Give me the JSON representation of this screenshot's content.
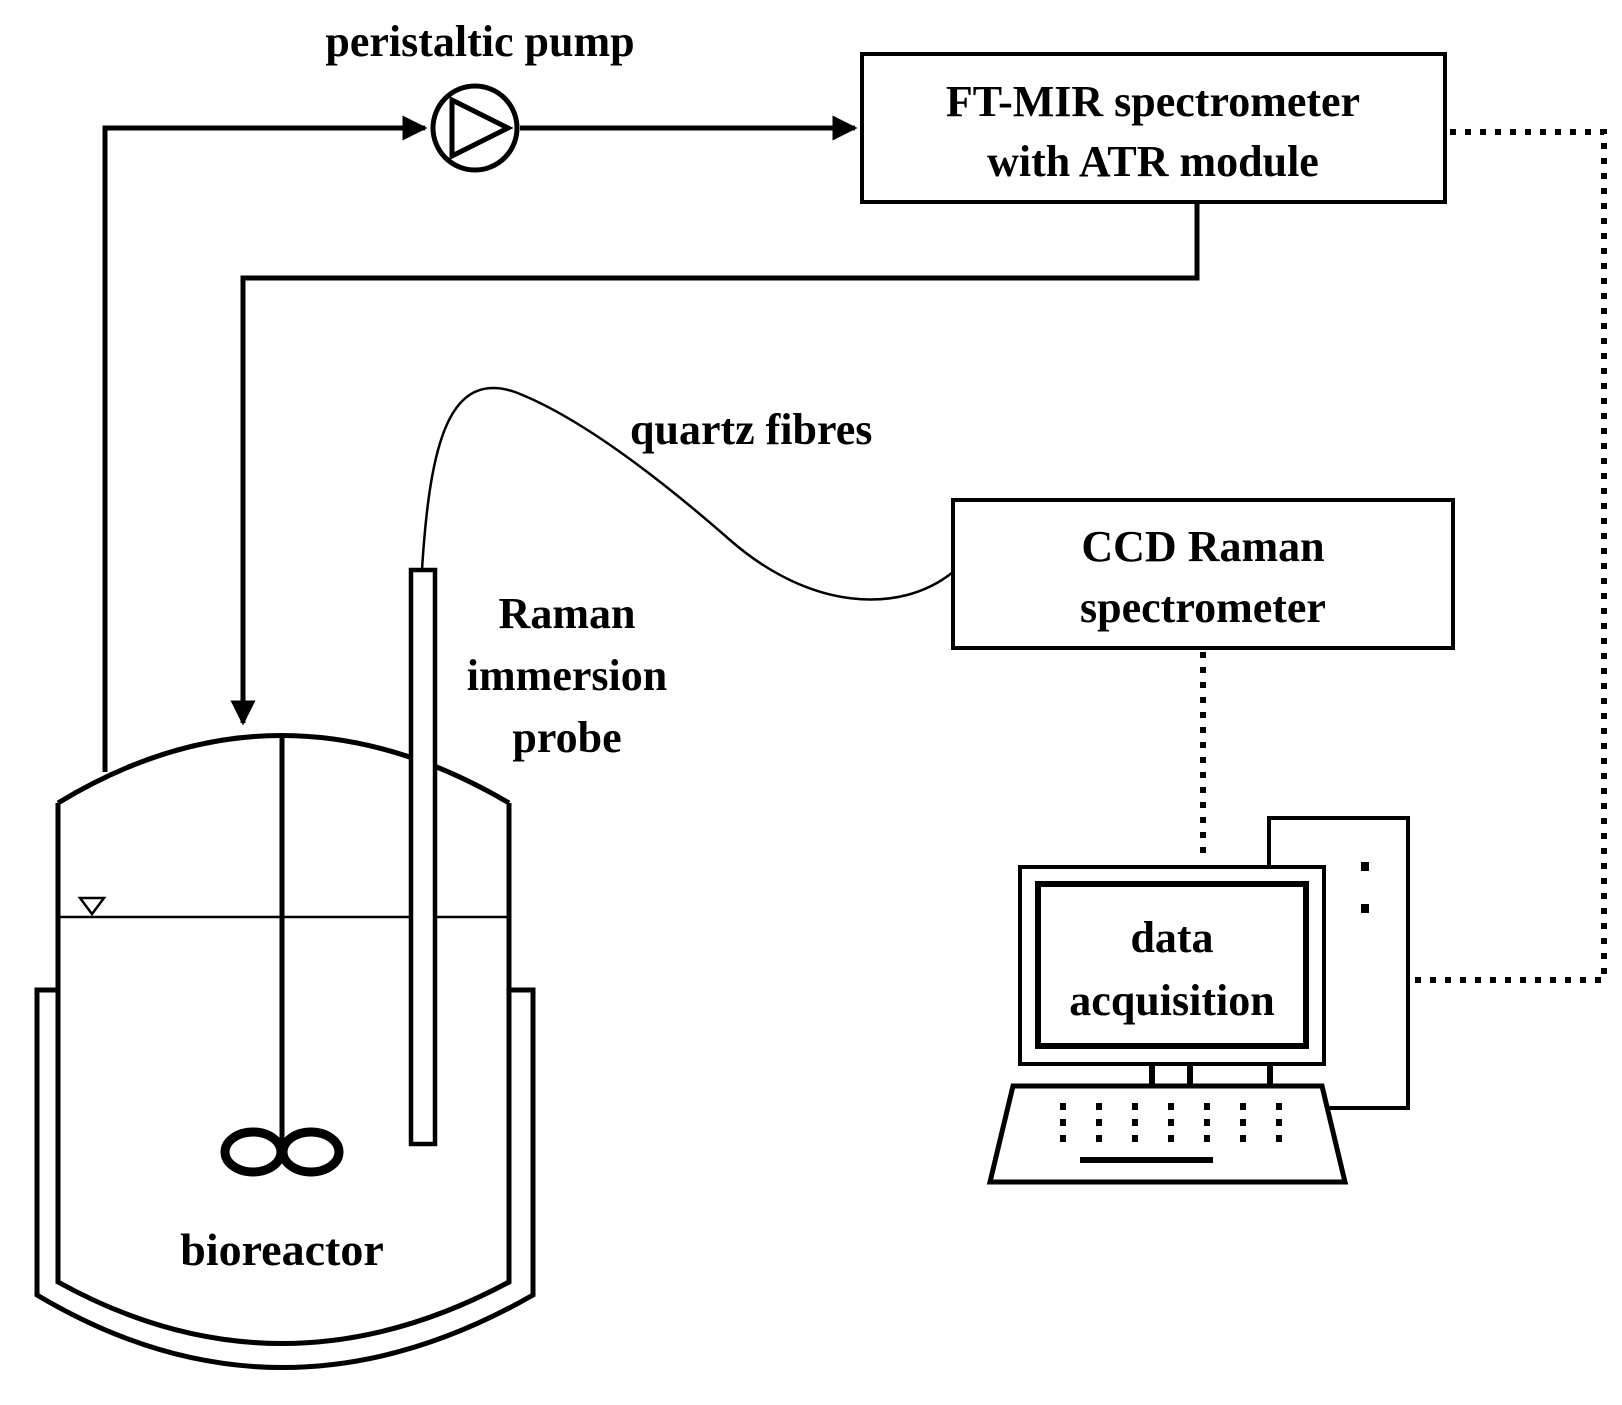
{
  "labels": {
    "pump": "peristaltic pump",
    "ftmir_line1": "FT-MIR spectrometer",
    "ftmir_line2": "with ATR module",
    "fibres": "quartz fibres",
    "probe_line1": "Raman",
    "probe_line2": "immersion",
    "probe_line3": "probe",
    "ccd_line1": "CCD Raman",
    "ccd_line2": "spectrometer",
    "daq_line1": "data",
    "daq_line2": "acquisition",
    "bioreactor": "bioreactor"
  }
}
